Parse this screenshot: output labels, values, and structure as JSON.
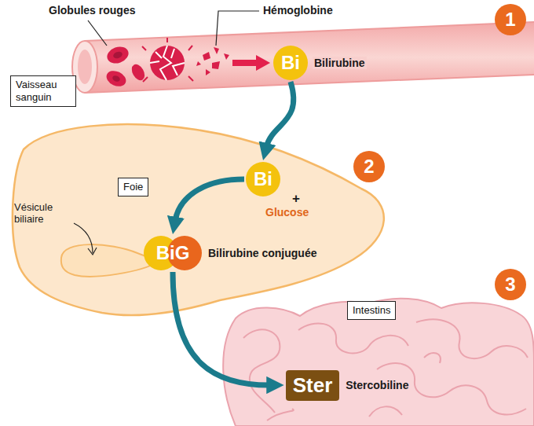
{
  "diagram": {
    "nodes": [
      {
        "text": [
          "1"
        ]
      },
      {
        "text": [
          "Bi",
          "Bilirubine"
        ]
      },
      {
        "text": [
          "Vaisseau sanguin"
        ]
      },
      {
        "text": [
          "2"
        ]
      },
      {
        "text": [
          "Foie"
        ]
      },
      {
        "text": [
          "Bi"
        ]
      },
      {
        "text": [
          "BiG",
          "Bilirubine conjuguée"
        ]
      },
      {
        "text": [
          "3"
        ]
      },
      {
        "text": [
          "Intestins"
        ]
      },
      {
        "text": [
          "Ster",
          "Stercobiline"
        ]
      }
    ],
    "edges": [
      {
        "from": 1,
        "to": 5,
        "arrow": "to"
      },
      {
        "from": 5,
        "to": 6,
        "arrow": "to"
      },
      {
        "from": 6,
        "to": 9,
        "arrow": "to"
      }
    ],
    "labels": [
      "Globules rouges",
      "Hémoglobine",
      "Vésicule biliaire",
      "+",
      "Glucose"
    ]
  }
}
